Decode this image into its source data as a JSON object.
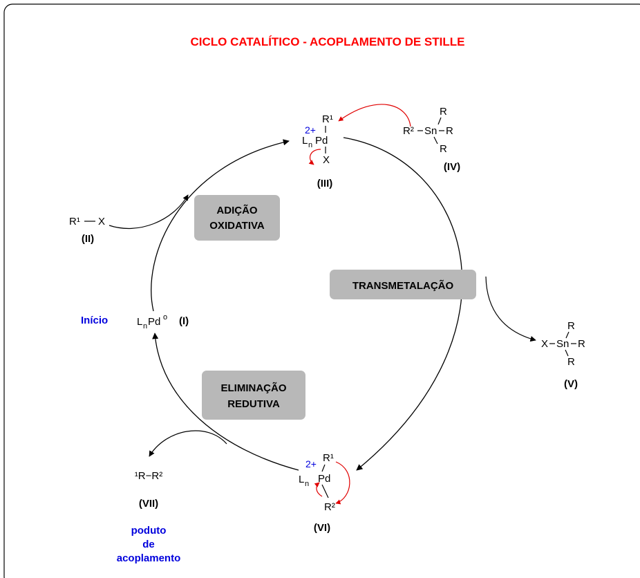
{
  "title": "CICLO CATALÍTICO - ACOPLAMENTO DE STILLE",
  "colors": {
    "title": "#ff0000",
    "accent_blue": "#0000dd",
    "red_arrow": "#e00000",
    "stage_box": "#b8b8b8",
    "black": "#000000"
  },
  "stages": {
    "oxidative_1": "ADIÇÃO",
    "oxidative_2": "OXIDATIVA",
    "transmetalation": "TRANSMETALAÇÃO",
    "reductive_1": "ELIMINAÇÃO",
    "reductive_2": "REDUTIVA"
  },
  "compounds": {
    "I": {
      "L": "L",
      "n": "n",
      "Pd": "Pd",
      "ox": "o",
      "label": "(I)"
    },
    "II": {
      "R1": "R¹",
      "X": "X",
      "label": "(II)"
    },
    "III": {
      "charge": "2+",
      "R1": "R¹",
      "L": "L",
      "n": "n",
      "Pd": "Pd",
      "X": "X",
      "label": "(III)"
    },
    "IV": {
      "R2": "R²",
      "Sn": "Sn",
      "R_top": "R",
      "R_right": "R",
      "R_bottom": "R",
      "label": "(IV)"
    },
    "V": {
      "X": "X",
      "Sn": "Sn",
      "R_top": "R",
      "R_right": "R",
      "R_bottom": "R",
      "label": "(V)"
    },
    "VI": {
      "charge": "2+",
      "R1": "R¹",
      "L": "L",
      "n": "n",
      "Pd": "Pd",
      "R2": "R²",
      "label": "(VI)"
    },
    "VII": {
      "text": "¹R−R²",
      "label": "(VII)"
    }
  },
  "notes": {
    "start": "Início",
    "product_1": "poduto",
    "product_2": "de",
    "product_3": "acoplamento"
  }
}
